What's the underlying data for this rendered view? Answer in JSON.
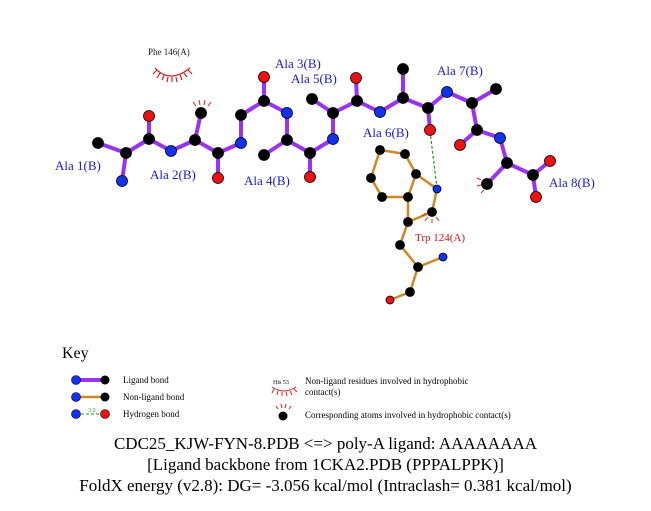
{
  "ligand_residues": [
    {
      "id": "ala1",
      "label": "Ala 1(B)"
    },
    {
      "id": "ala2",
      "label": "Ala 2(B)"
    },
    {
      "id": "ala3",
      "label": "Ala 3(B)"
    },
    {
      "id": "ala4",
      "label": "Ala 4(B)"
    },
    {
      "id": "ala5",
      "label": "Ala 5(B)"
    },
    {
      "id": "ala6",
      "label": "Ala 6(B)"
    },
    {
      "id": "ala7",
      "label": "Ala 7(B)"
    },
    {
      "id": "ala8",
      "label": "Ala 8(B)"
    }
  ],
  "protein_residues": [
    {
      "id": "trp124",
      "label": "Trp 124(A)"
    },
    {
      "id": "phe146",
      "label": "Phe 146(A)"
    }
  ],
  "key": {
    "title": "Key",
    "ligand_bond": "Ligand bond",
    "non_ligand_bond": "Non-ligand bond",
    "hydrogen_bond": "Hydrogen bond",
    "hbond_distance": "3.0",
    "hydrophobic_example_label": "His 53",
    "hydrophobic_residues_line1": "Non-ligand residues involved in hydrophobic",
    "hydrophobic_residues_line2": "contact(s)",
    "hydrophobic_atoms": "Corresponding atoms involved in hydrophobic contact(s)"
  },
  "caption": {
    "line1": "CDC25_KJW-FYN-8.PDB <=> poly-A ligand: AAAAAAAA",
    "line2": "[Ligand backbone from 1CKA2.PDB (PPPALPPK)]",
    "line3": "FoldX energy (v2.8): DG= -3.056 kcal/mol (Intraclash= 0.381 kcal/mol)"
  },
  "colors": {
    "ligand_bond": "#9933ee",
    "non_ligand_bond": "#cc8822",
    "carbon": "#000000",
    "nitrogen": "#1133ee",
    "oxygen": "#ee1111",
    "hbond": "#229922",
    "hydrophobic": "#cc2222",
    "residue_label": "#1a1acc"
  }
}
